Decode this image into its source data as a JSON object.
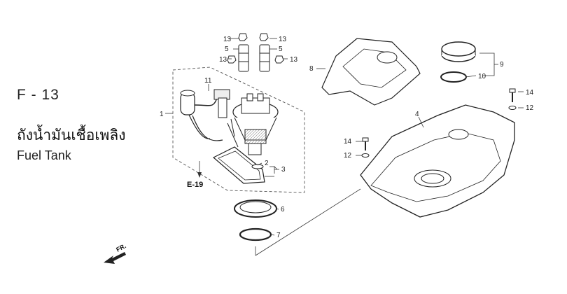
{
  "header": {
    "figure_code": "F - 13",
    "title_thai": "ถังน้ำมันเชื้อเพลิง",
    "title_en": "Fuel Tank"
  },
  "callouts": [
    "1",
    "2",
    "3",
    "4",
    "5",
    "5",
    "6",
    "7",
    "8",
    "9",
    "10",
    "11",
    "12",
    "12",
    "13",
    "13",
    "13",
    "13",
    "14",
    "14"
  ],
  "reference": "E-19",
  "direction_label": "FR."
}
